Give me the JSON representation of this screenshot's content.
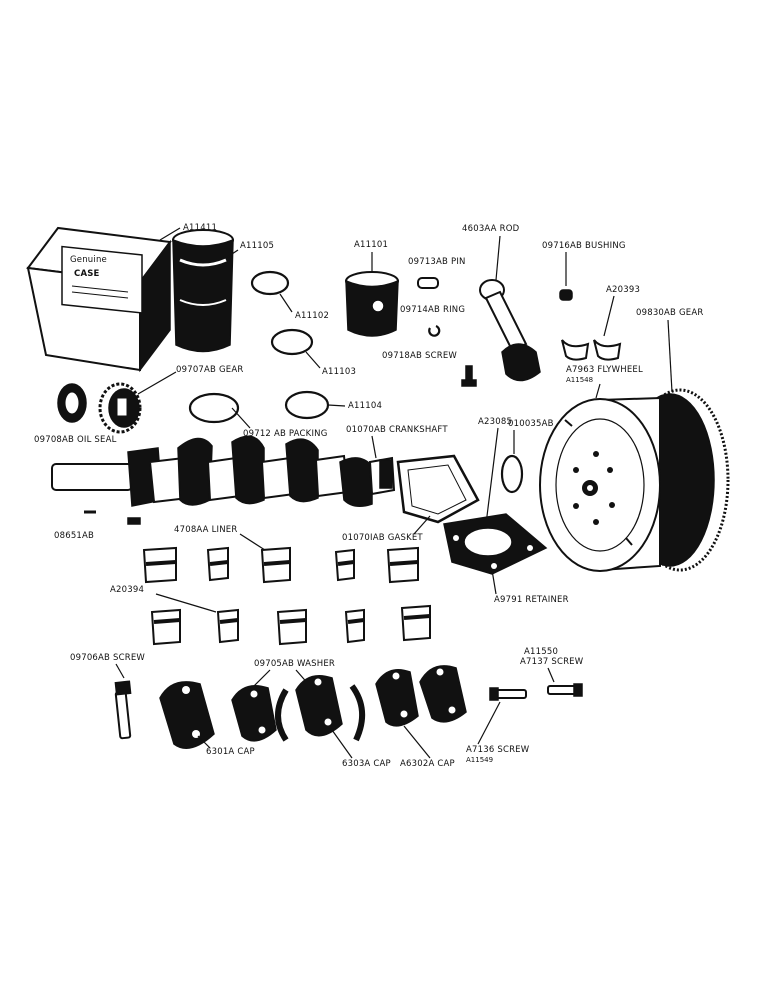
{
  "labels": {
    "a11411": "A11411",
    "a11105": "A11105",
    "a11102": "A11102",
    "a11103": "A11103",
    "a11104": "A11104",
    "a11101": "A11101",
    "pin": "09713AB PIN",
    "ring": "09714AB RING",
    "screw_rod": "09718AB SCREW",
    "rod": "4603AA ROD",
    "bushing": "09716AB BUSHING",
    "a20393": "A20393",
    "flywheel_gear": "09830AB GEAR",
    "flywheel": "A7963 FLYWHEEL",
    "flywheel_alt": "A11548",
    "gear": "09707AB GEAR",
    "oil_seal": "09708AB OIL SEAL",
    "packing": "09712 AB PACKING",
    "crankshaft": "01070AB CRANKSHAFT",
    "a23085": "A23085",
    "b010035": "010035AB",
    "key": "08651AB",
    "liner": "4708AA LINER",
    "gasket": "01070IAB GASKET",
    "retainer": "A9791 RETAINER",
    "a20394": "A20394",
    "screw_main": "09706AB SCREW",
    "washer": "09705AB WASHER",
    "a11550": "A11550",
    "screw_a7137": "A7137 SCREW",
    "cap_6301": "6301A CAP",
    "cap_6303": "6303A CAP",
    "cap_a6302": "A6302A CAP",
    "screw_a7136": "A7136 SCREW",
    "a11549": "A11549"
  },
  "box_print": {
    "line1": "Genuine",
    "line2": "CASE"
  }
}
